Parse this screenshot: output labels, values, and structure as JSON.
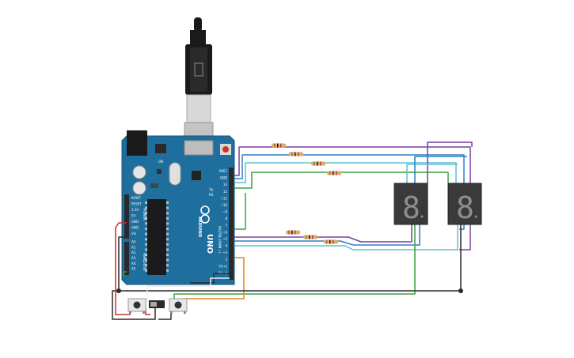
{
  "board": {
    "brand": "ARDUINO",
    "model": "UNO",
    "color": "#1f6f9e",
    "left_labels": [
      "IOREF",
      "RESET",
      "3.3V",
      "5V",
      "GND",
      "GND",
      "Vin",
      "A0",
      "A1",
      "A2",
      "A3",
      "A4",
      "A5"
    ],
    "right_labels": [
      "AREF",
      "GND",
      "13",
      "12",
      "~11",
      "~10",
      "~9",
      "8",
      "7",
      "~6",
      "~5",
      "4",
      "~3",
      "2",
      "TX→1",
      "RX←0"
    ],
    "power_group_label": "POWER",
    "analog_group_label": "ANALOG IN",
    "digital_group_label": "DIGITAL (PWM ~)",
    "tx_label": "TX",
    "rx_label": "RX",
    "on_label": "ON"
  },
  "wire_colors": {
    "purple": "#7b3fa0",
    "blue": "#2f7fc2",
    "cyan": "#5fbfd0",
    "green": "#3aa341",
    "orange": "#e0881c",
    "black": "#2b2b2b",
    "red": "#d02b2b"
  },
  "displays": [
    {
      "digit": "8"
    },
    {
      "digit": "8"
    }
  ],
  "icons": {
    "usb": "usb-cable-icon",
    "button": "pushbutton-icon",
    "switch": "slide-switch-icon",
    "resistor": "resistor-icon"
  }
}
